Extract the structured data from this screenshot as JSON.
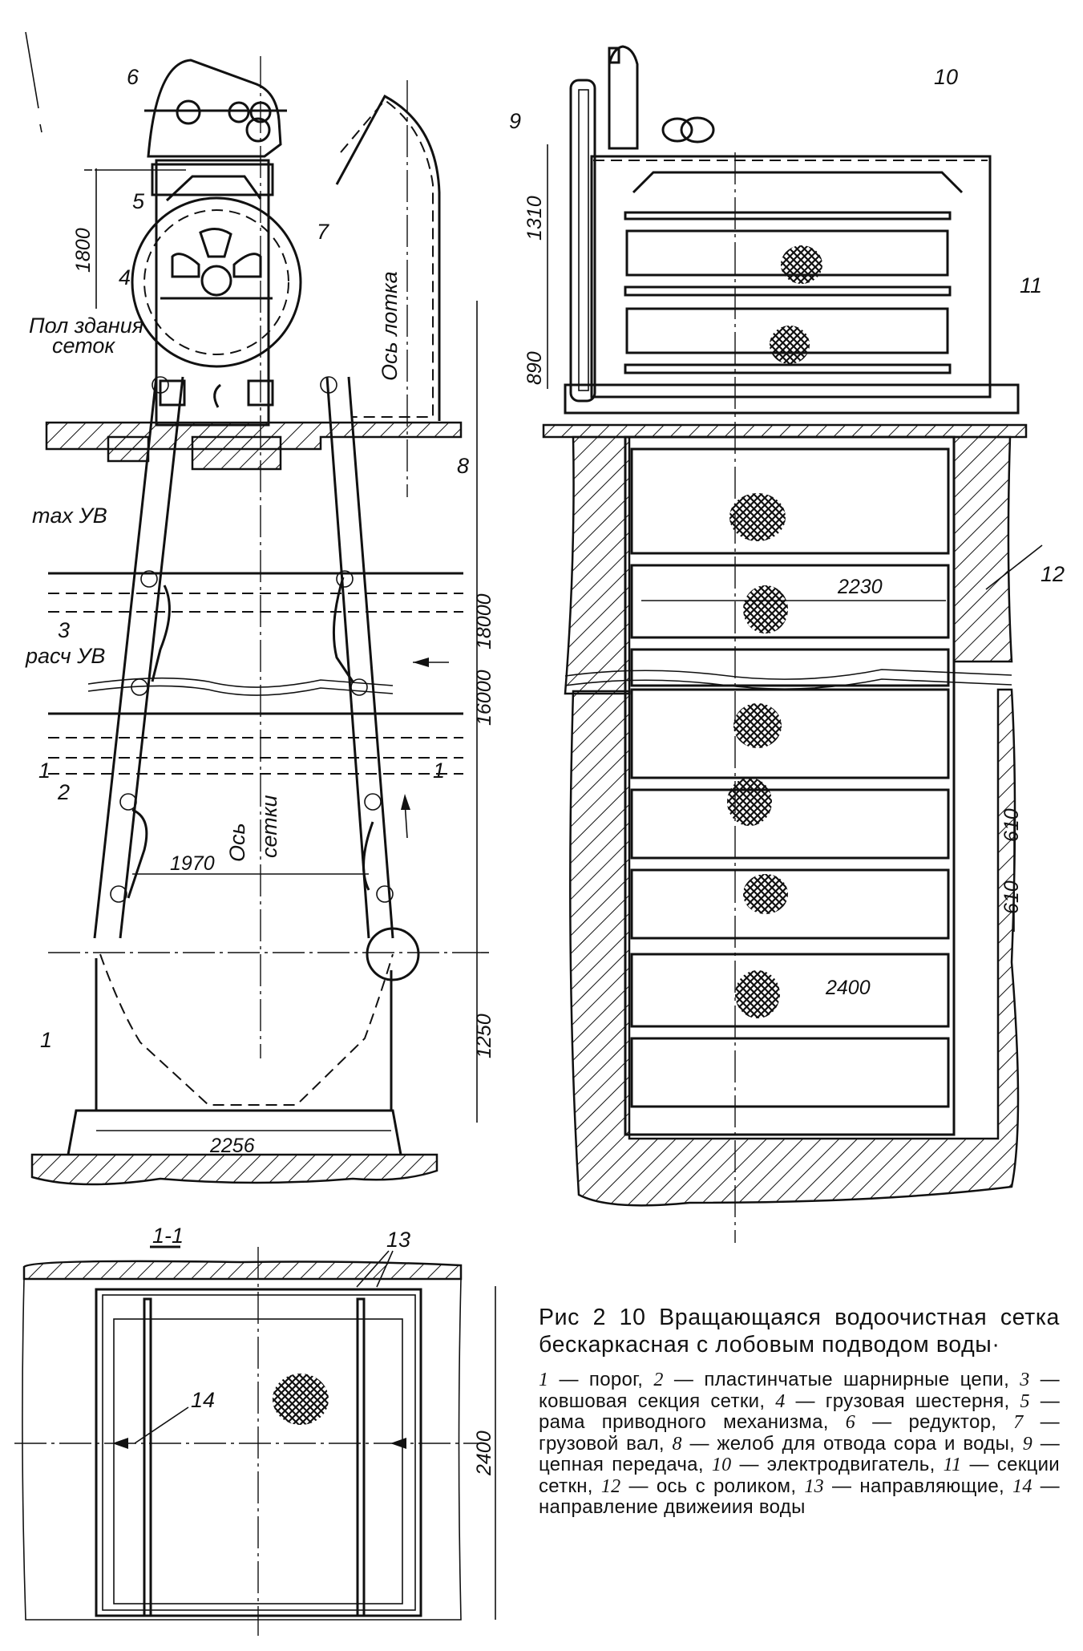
{
  "figure": {
    "number": "Рис 2 10",
    "title": "Вращающаяся водоочистная сетка бескаркасная с лобовым подводом воды·",
    "legend": [
      {
        "num": "1",
        "text": "порог"
      },
      {
        "num": "2",
        "text": "пластинчатые шарнирные цепи"
      },
      {
        "num": "3",
        "text": "ковшовая секция сетки"
      },
      {
        "num": "4",
        "text": "грузовая шестерня"
      },
      {
        "num": "5",
        "text": "рама приводного механизма"
      },
      {
        "num": "6",
        "text": "редуктор"
      },
      {
        "num": "7",
        "text": "грузовой вал"
      },
      {
        "num": "8",
        "text": "желоб для отвода сора и воды"
      },
      {
        "num": "9",
        "text": "цепная передача"
      },
      {
        "num": "10",
        "text": "электродвигатель"
      },
      {
        "num": "11",
        "text": "секции сеткн"
      },
      {
        "num": "12",
        "text": "ось с роликом"
      },
      {
        "num": "13",
        "text": "направляющие"
      },
      {
        "num": "14",
        "text": "направление движеиия воды"
      }
    ]
  },
  "side_view": {
    "callouts": {
      "c1": "1",
      "c2": "2",
      "c3": "3",
      "c4": "4",
      "c5": "5",
      "c6": "6",
      "c7": "7",
      "c8": "8"
    },
    "labels": {
      "floor": "Пол здания",
      "floor2": "сеток",
      "max_level": "max УВ",
      "design_level": "расч УВ",
      "trough_axis": "Ось лотка",
      "screen_axis_1": "Ось",
      "screen_axis_2": "сетки",
      "section_mark_left": "1",
      "section_mark_right": "1"
    },
    "dimensions": {
      "drive_height": "1800",
      "depth_16000": "16000",
      "depth_18000": "18000",
      "chain_span": "1970",
      "bottom_height": "1250",
      "width": "2256"
    }
  },
  "front_view": {
    "callouts": {
      "c9": "9",
      "c10": "10",
      "c11": "11",
      "c12": "12"
    },
    "dimensions": {
      "top_1310": "1310",
      "top_890": "890",
      "inner_width": "2230",
      "pitch_1": "610",
      "pitch_2": "610",
      "outer_width": "2400"
    }
  },
  "section_view": {
    "title": "1-1",
    "callouts": {
      "c13": "13",
      "c14": "14"
    },
    "dimensions": {
      "width": "2400"
    }
  }
}
